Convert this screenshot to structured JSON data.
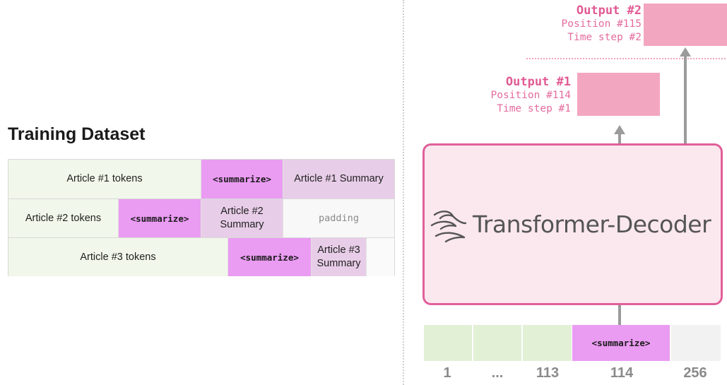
{
  "training": {
    "title": "Training Dataset",
    "rows": [
      {
        "cells": [
          {
            "text": "Article #1 tokens",
            "kind": "tokens"
          },
          {
            "text": "<summarize>",
            "kind": "tag"
          },
          {
            "text": "Article #1 Summary",
            "kind": "summary"
          }
        ]
      },
      {
        "cells": [
          {
            "text": "Article #2 tokens",
            "kind": "tokens"
          },
          {
            "text": "<summarize>",
            "kind": "tag"
          },
          {
            "text": "Article #2 Summary",
            "kind": "summary"
          },
          {
            "text": "padding",
            "kind": "padding"
          }
        ]
      },
      {
        "cells": [
          {
            "text": "Article #3 tokens",
            "kind": "tokens"
          },
          {
            "text": "<summarize>",
            "kind": "tag"
          },
          {
            "text": "Article #3 Summary",
            "kind": "summary"
          },
          {
            "text": "",
            "kind": "empty"
          }
        ]
      }
    ]
  },
  "outputs": [
    {
      "title": "Output #1",
      "position": "Position #114",
      "time_step": "Time step #1"
    },
    {
      "title": "Output #2",
      "position": "Position #115",
      "time_step": "Time step #2"
    }
  ],
  "decoder": {
    "label": "Transformer-Decoder",
    "logo_icon": "hugging-face-style-swirl-icon"
  },
  "input_sequence": {
    "tag_token": "<summarize>",
    "position_labels": [
      "1",
      "...",
      "113",
      "114",
      "256"
    ]
  },
  "colors": {
    "tokens": "#f1f7ea",
    "tag": "#ea9bf2",
    "summary": "#e8cde8",
    "output_box": "#f3a6c0",
    "decoder_border": "#e0609a",
    "decoder_fill": "#fbe8ee",
    "input_green": "#e2f0d6"
  }
}
